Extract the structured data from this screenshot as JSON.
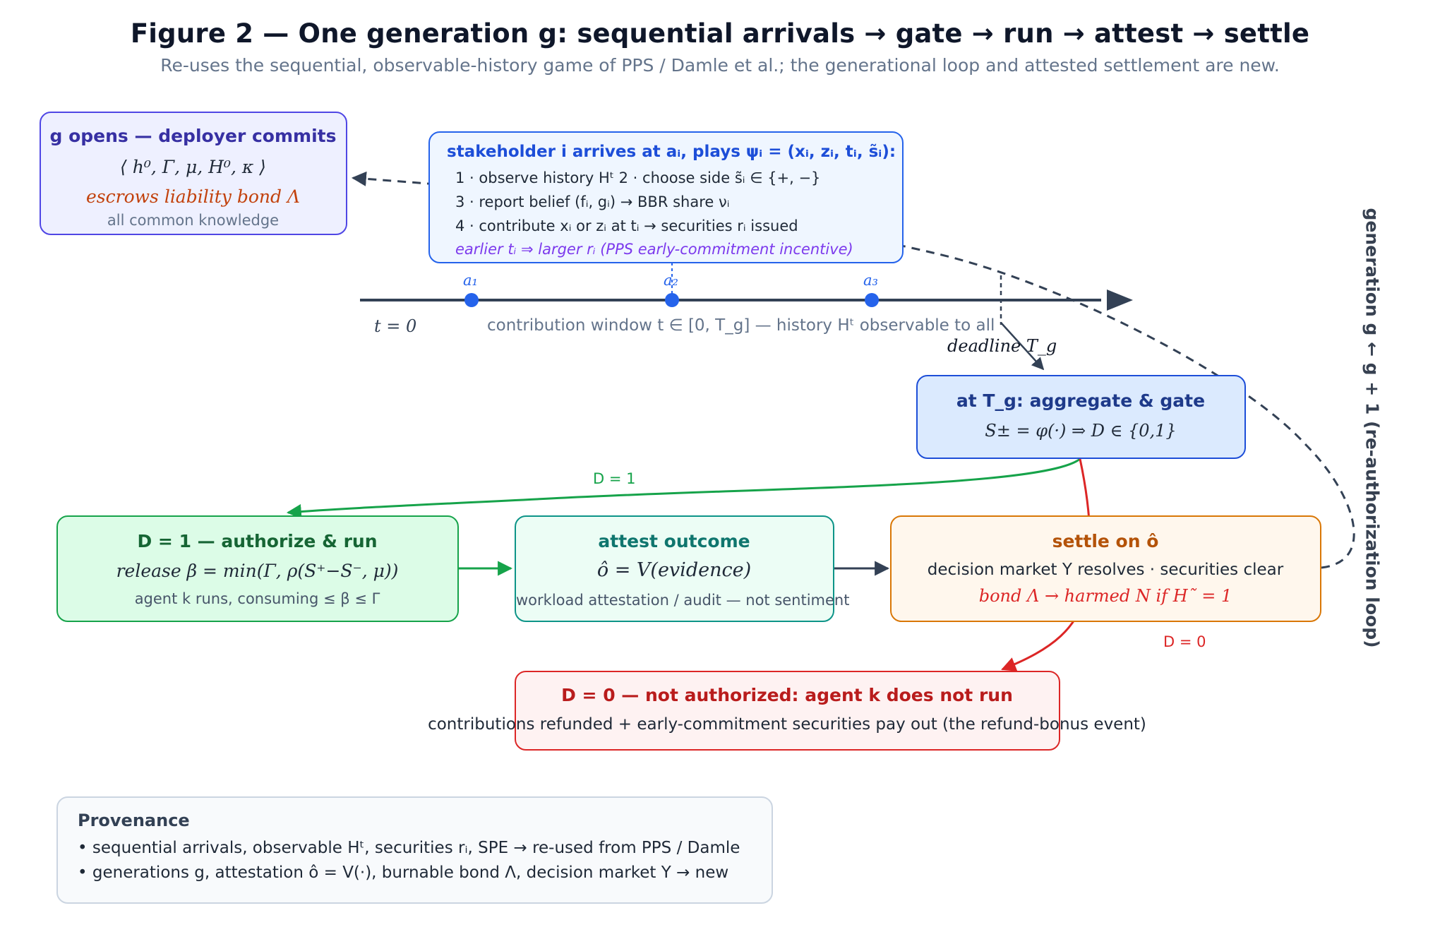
{
  "title": "Figure 2 — One generation g: sequential arrivals → gate → run → attest → settle",
  "subtitle": "Re-uses the sequential, observable-history game of PPS / Damle et al.; the generational loop and attested settlement are new.",
  "deployer": {
    "title": "g opens — deployer commits",
    "tuple": "⟨ h⁰, Γ, μ, H⁰, κ ⟩",
    "bond": "escrows liability bond Λ",
    "note": "all common knowledge"
  },
  "stakeholder": {
    "title": "stakeholder i arrives at aᵢ, plays ψᵢ = (xᵢ, zᵢ, tᵢ, s̃ᵢ):",
    "step1": "1 · observe history Hᵗ  2 · choose side s̃ᵢ ∈ {+, −}",
    "step3": "3 · report belief (fᵢ, gᵢ) → BBR share νᵢ",
    "step4": "4 · contribute xᵢ or zᵢ at tᵢ → securities rᵢ issued",
    "incentive": "earlier tᵢ ⇒ larger rᵢ (PPS early-commitment incentive)"
  },
  "timeline": {
    "arrivals": [
      "a₁",
      "a₂",
      "a₃"
    ],
    "t0": "t = 0",
    "window": "contribution window t ∈ [0, T_g] — history Hᵗ observable to all",
    "deadline": "deadline T_g"
  },
  "gate": {
    "title": "at T_g: aggregate & gate",
    "formula": "S± = φ(·) ⇒ D ∈ {0,1}"
  },
  "edges": {
    "d1": "D = 1",
    "d0": "D = 0"
  },
  "run": {
    "title": "D = 1 — authorize & run",
    "formula": "release β = min(Γ, ρ(S⁺−S⁻, μ))",
    "note": "agent k runs, consuming ≤ β ≤ Γ"
  },
  "attest": {
    "title": "attest outcome",
    "formula": "ô = V(evidence)",
    "note": "workload attestation / audit — not sentiment"
  },
  "settle": {
    "title": "settle on ô",
    "line1": "decision market Y resolves · securities clear",
    "line2": "bond Λ → harmed N if H˜ = 1"
  },
  "noauth": {
    "title": "D = 0 — not authorized: agent k does not run",
    "note": "contributions refunded + early-commitment securities pay out (the refund-bonus event)"
  },
  "loop_label": "generation g ← g + 1 (re-authorization loop)",
  "provenance": {
    "title": "Provenance",
    "line1": "• sequential arrivals, observable Hᵗ, securities rᵢ, SPE → re-used from PPS / Damle",
    "line2": "• generations g, attestation ô = V(·), burnable bond Λ, decision market Y → new"
  },
  "colors": {
    "deployer": "#4f46e5",
    "stakeholder": "#2563eb",
    "gate": "#1d4ed8",
    "run": "#16a34a",
    "attest": "#0d9488",
    "settle": "#d97706",
    "noauth": "#dc2626",
    "provenance": "#cbd5e1"
  }
}
